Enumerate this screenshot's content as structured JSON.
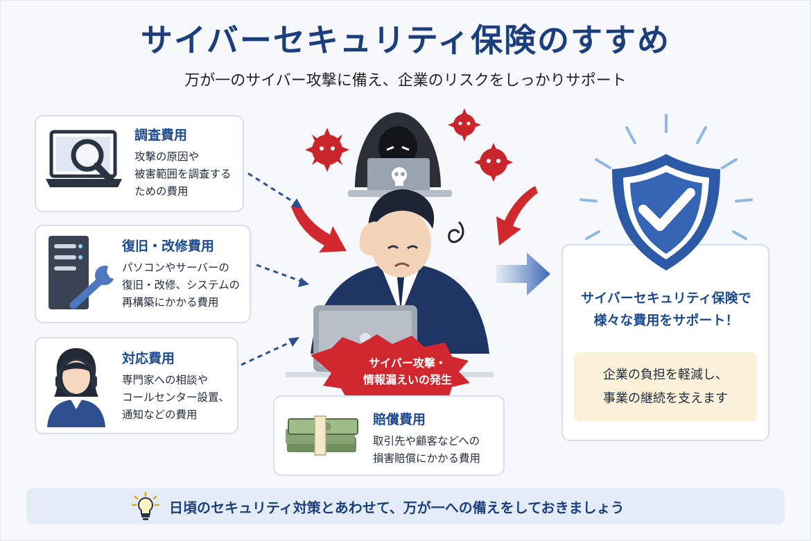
{
  "header": {
    "title": "サイバーセキュリティ保険のすすめ",
    "subtitle": "万が一のサイバー攻撃に備え、企業のリスクをしっかりサポート"
  },
  "cards": {
    "investigation": {
      "title": "調査費用",
      "lines": [
        "攻撃の原因や",
        "被害範囲を調査する",
        "ための費用"
      ]
    },
    "recovery": {
      "title": "復旧・改修費用",
      "lines": [
        "パソコンやサーバーの",
        "復旧・改修、システムの",
        "再構築にかかる費用"
      ]
    },
    "response": {
      "title": "対応費用",
      "lines": [
        "専門家への相談や",
        "コールセンター設置、",
        "通知などの費用"
      ]
    },
    "compensation": {
      "title": "賠償費用",
      "lines": [
        "取引先や顧客などへの",
        "損害賠償にかかる費用"
      ]
    }
  },
  "center": {
    "incident_lines": [
      "サイバー攻撃・",
      "情報漏えいの発生"
    ]
  },
  "solution": {
    "headline_lines": [
      "サイバーセキュリティ保険で",
      "様々な費用をサポート！"
    ],
    "note_lines": [
      "企業の負担を軽減し、",
      "事業の継続を支えます"
    ]
  },
  "footer": {
    "tip": "日頃のセキュリティ対策とあわせて、万が一への備えをしておきましょう"
  },
  "colors": {
    "primary": "#1b3e7d",
    "accent_red": "#d0282e",
    "shield": "#2d5aa6",
    "note_bg": "#fbf1d8"
  },
  "icons": [
    "laptop-magnifier-icon",
    "server-wrench-icon",
    "operator-headset-icon",
    "money-stack-icon",
    "hacker-icon",
    "virus-icon",
    "shield-check-icon",
    "lightbulb-icon",
    "arrow-icon"
  ]
}
